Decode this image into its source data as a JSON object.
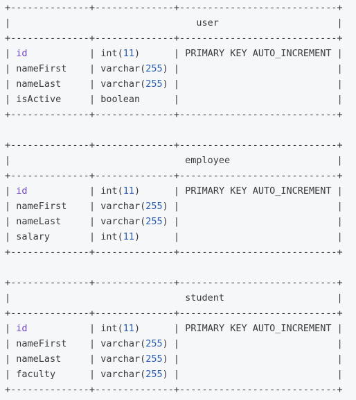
{
  "tables": [
    {
      "name": "user",
      "columns": [
        {
          "name": "id",
          "type": "int",
          "size": "11",
          "extra": "PRIMARY KEY AUTO_INCREMENT",
          "highlight": true
        },
        {
          "name": "nameFirst",
          "type": "varchar",
          "size": "255",
          "extra": ""
        },
        {
          "name": "nameLast",
          "type": "varchar",
          "size": "255",
          "extra": ""
        },
        {
          "name": "isActive",
          "type": "boolean",
          "size": "",
          "extra": ""
        }
      ]
    },
    {
      "name": "employee",
      "columns": [
        {
          "name": "id",
          "type": "int",
          "size": "11",
          "extra": "PRIMARY KEY AUTO_INCREMENT",
          "highlight": true
        },
        {
          "name": "nameFirst",
          "type": "varchar",
          "size": "255",
          "extra": ""
        },
        {
          "name": "nameLast",
          "type": "varchar",
          "size": "255",
          "extra": ""
        },
        {
          "name": "salary",
          "type": "int",
          "size": "11",
          "extra": ""
        }
      ]
    },
    {
      "name": "student",
      "columns": [
        {
          "name": "id",
          "type": "int",
          "size": "11",
          "extra": "PRIMARY KEY AUTO_INCREMENT",
          "highlight": true
        },
        {
          "name": "nameFirst",
          "type": "varchar",
          "size": "255",
          "extra": ""
        },
        {
          "name": "nameLast",
          "type": "varchar",
          "size": "255",
          "extra": ""
        },
        {
          "name": "faculty",
          "type": "varchar",
          "size": "255",
          "extra": ""
        }
      ]
    }
  ]
}
